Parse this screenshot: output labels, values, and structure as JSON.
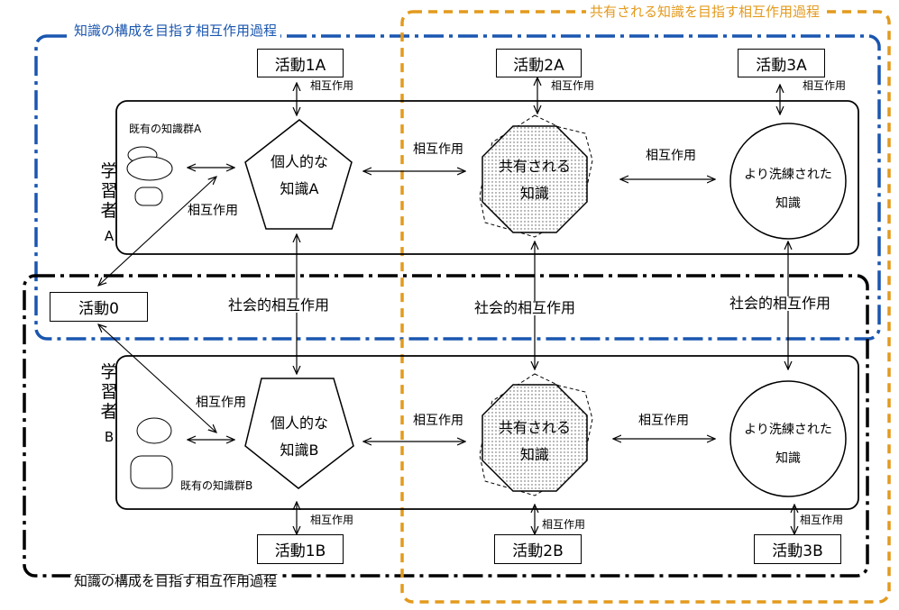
{
  "titles": {
    "blue_process": "知識の構成を目指す相互作用過程",
    "black_process": "知識の構成を目指す相互作用過程",
    "orange_process": "共有される知識を目指す相互作用過程"
  },
  "activities": {
    "a0": "活動0",
    "a1a": "活動1A",
    "a2a": "活動2A",
    "a3a": "活動3A",
    "a1b": "活動1B",
    "a2b": "活動2B",
    "a3b": "活動3B"
  },
  "learners": {
    "a_chars": [
      "学",
      "習",
      "者",
      "A"
    ],
    "b_chars": [
      "学",
      "習",
      "者",
      "B"
    ]
  },
  "existing": {
    "a": "既有の知識群A",
    "b": "既有の知識群B"
  },
  "knowledge": {
    "personal_a_line1": "個人的な",
    "personal_a_line2": "知識A",
    "personal_b_line1": "個人的な",
    "personal_b_line2": "知識B",
    "shared_line1": "共有される",
    "shared_line2": "知識",
    "refined_line1": "より洗練された",
    "refined_line2": "知識"
  },
  "interaction": "相互作用",
  "social_interaction": "社会的相互作用",
  "colors": {
    "blue": "#1a56b0",
    "orange": "#e39a1c",
    "black": "#000000"
  }
}
